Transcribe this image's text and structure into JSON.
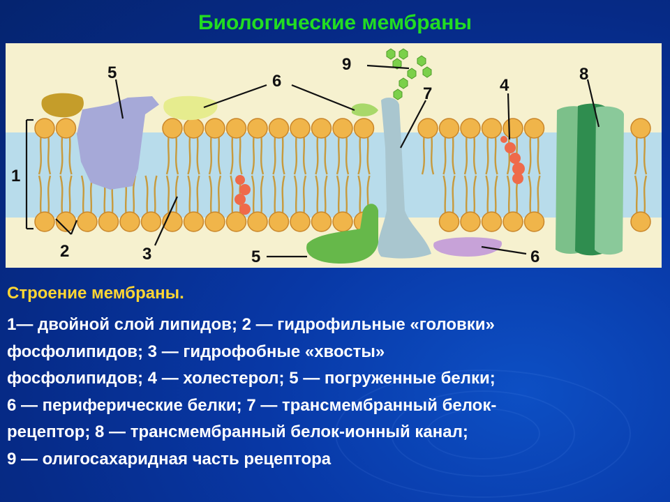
{
  "slide": {
    "title": "Биологические мембраны",
    "caption_heading": "Строение мембраны.",
    "caption_lines": [
      "1— двойной слой липидов; 2 — гидрофильные «головки»",
      "фосфолипидов; 3 — гидрофобные «хвосты»",
      "фосфолипидов; 4 — холестерол; 5 — погруженные белки;",
      "6 — периферические белки; 7 — трансмембранный белок-",
      "рецептор; 8 — трансмембранный белок-ионный канал;",
      "9 — олигосахаридная часть рецептора"
    ]
  },
  "diagram": {
    "labels": {
      "l1": "1",
      "l2": "2",
      "l3": "3",
      "l4": "4",
      "l5a": "5",
      "l5b": "5",
      "l6a": "6",
      "l6b": "6",
      "l7": "7",
      "l8": "8",
      "l9": "9"
    },
    "colors": {
      "background": "#f6f1cf",
      "bilayer_band": "#b8dceb",
      "lipid_head": "#f0b54a",
      "lipid_tail": "#c79a3d",
      "cholesterol": "#ef6a4a",
      "receptor_protein": "#a9c6cf",
      "ion_channel": "#5cae71",
      "sugar_chain": "#7bd04a",
      "title_text": "#22dd22",
      "caption_heading_text": "#ffd633"
    }
  }
}
